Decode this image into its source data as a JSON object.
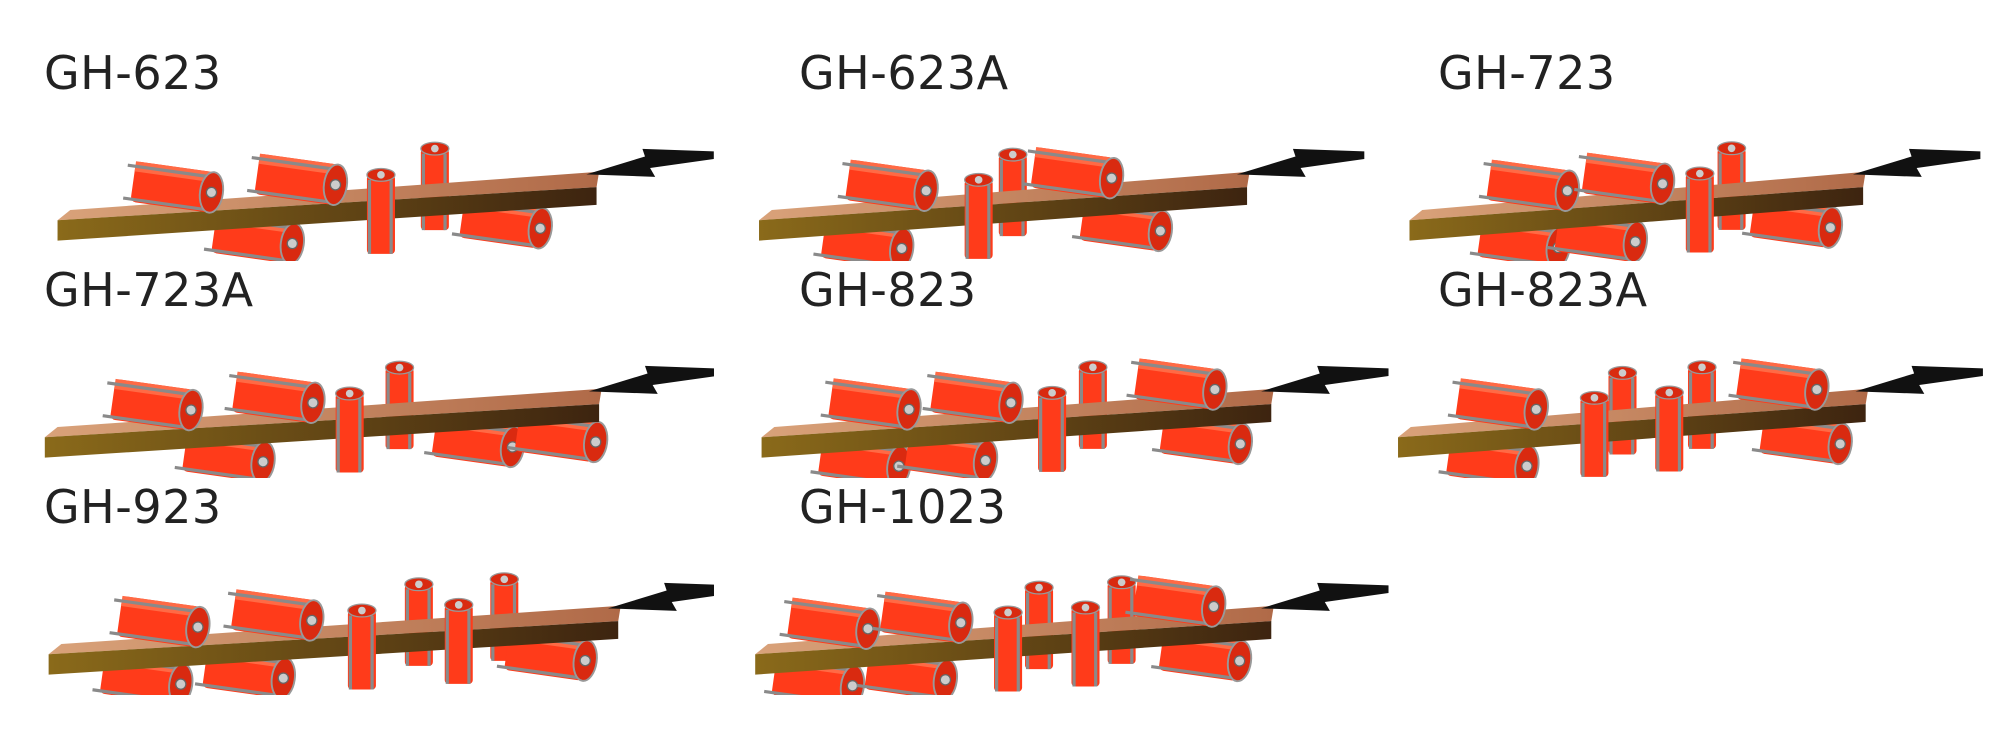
{
  "models": [
    {
      "label": "GH-623"
    },
    {
      "label": "GH-623A"
    },
    {
      "label": "GH-723"
    },
    {
      "label": "GH-723A"
    },
    {
      "label": "GH-823"
    },
    {
      "label": "GH-823A"
    },
    {
      "label": "GH-923"
    },
    {
      "label": "GH-1023"
    }
  ],
  "colors": {
    "cutter": "#ff3b1a",
    "cutter_dark": "#d92a10",
    "board_top": "#c98a62",
    "board_front": "#7a5a12",
    "arrow": "#111111",
    "text": "#222222"
  }
}
